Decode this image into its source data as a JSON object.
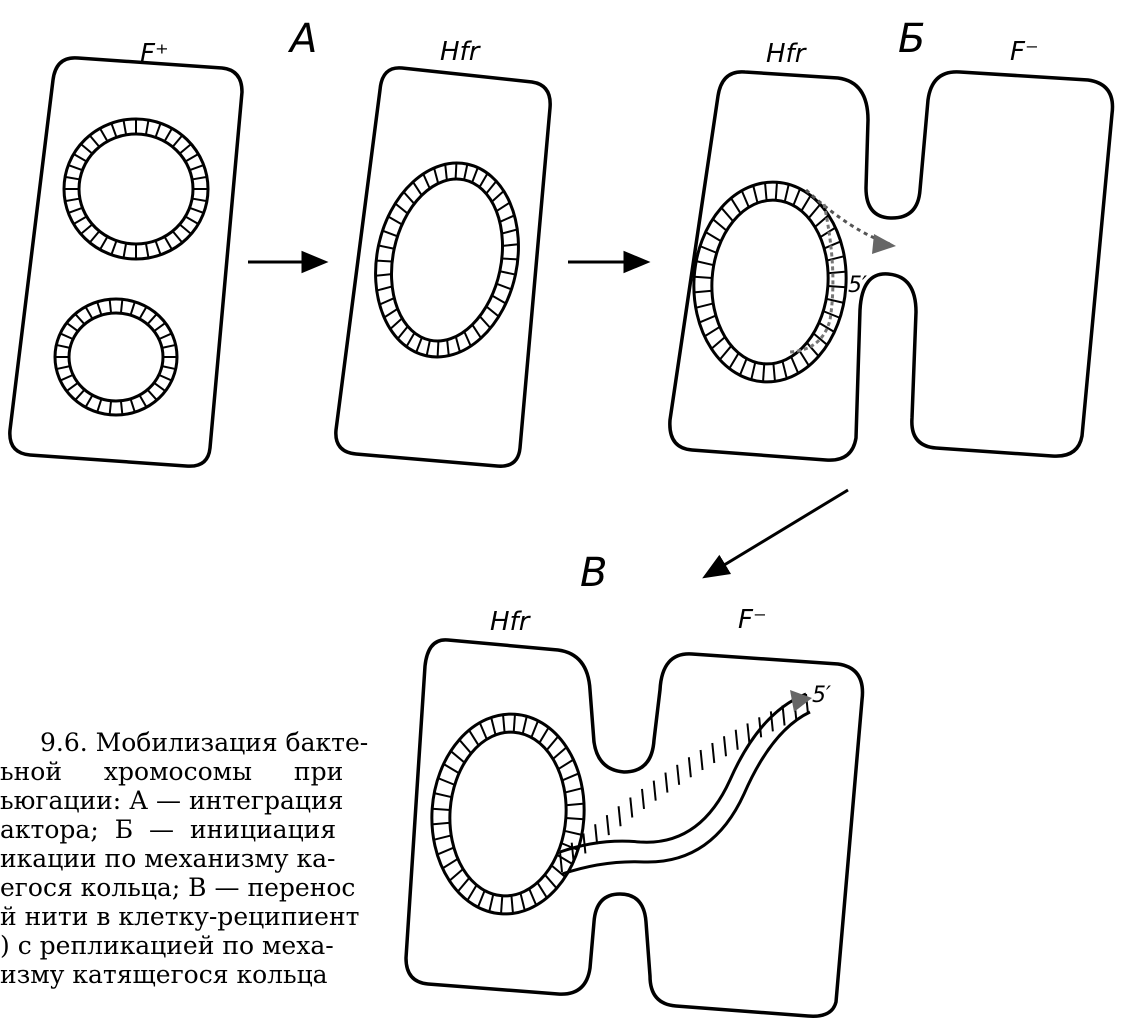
{
  "figure": {
    "panels": {
      "a": "А",
      "b": "Б",
      "c": "В"
    },
    "labels": {
      "f_plus": "F⁺",
      "hfr_a": "Hfr",
      "hfr_b": "Hfr",
      "f_minus_b": "F⁻",
      "hfr_c": "Hfr",
      "f_minus_c": "F⁻",
      "five_prime_b": "5′",
      "five_prime_c": "5′"
    },
    "caption": {
      "lines": [
        "9.6. Мобилизация бакте-",
        "ьной хромосомы при",
        "ьюгации: А — интеграция",
        "актора; Б — инициация",
        "икации по механизму ка-",
        "егося кольца; В — перенос",
        "й нити в клетку-реципиент",
        ") с репликацией по меха-",
        "изму катящегося кольца"
      ]
    }
  }
}
